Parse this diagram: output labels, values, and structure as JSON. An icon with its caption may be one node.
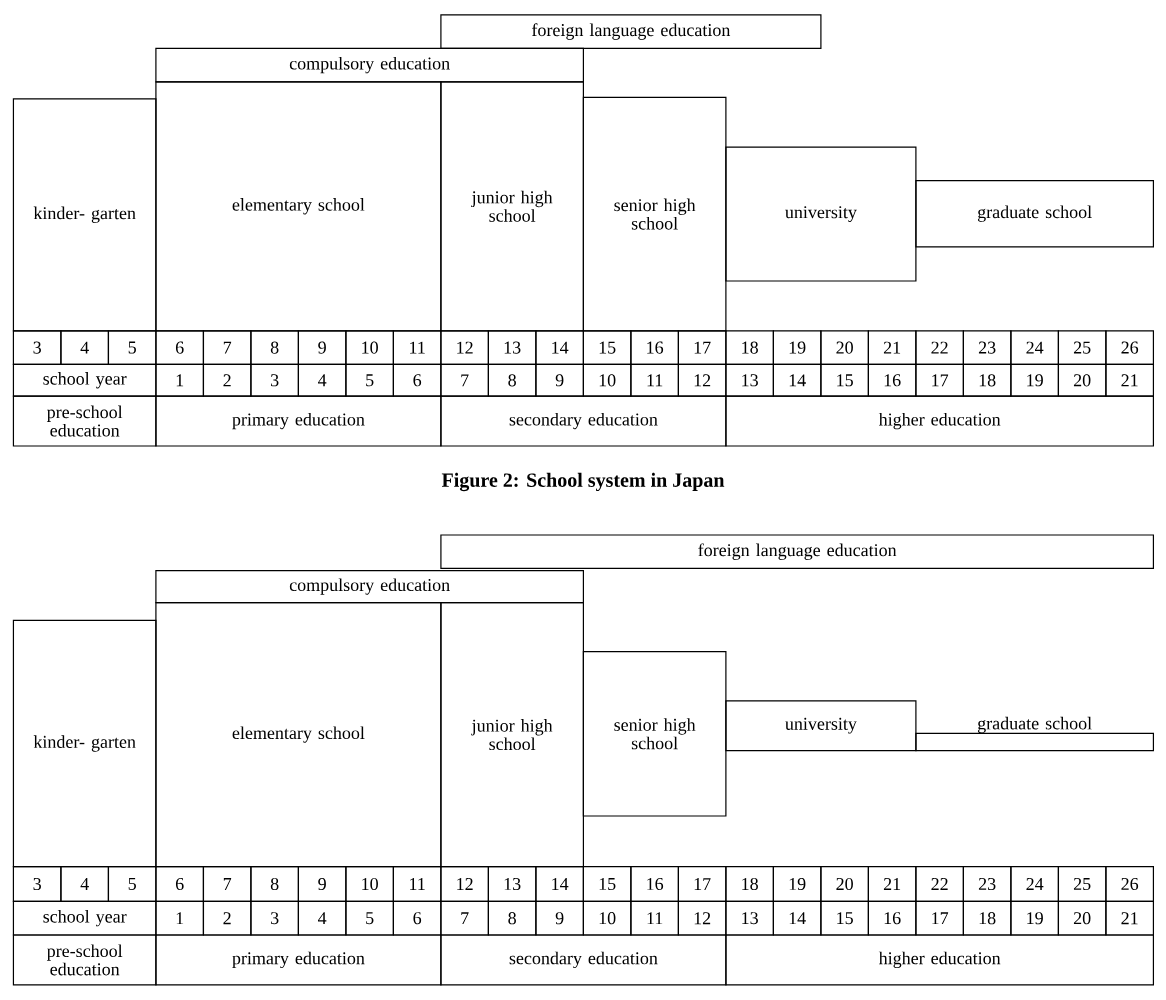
{
  "diagram": {
    "caption": "Figure 2: School system in Japan",
    "nodes": [
      {
        "text": [
          "foreign language education"
        ]
      },
      {
        "text": [
          "compulsory education"
        ]
      },
      {
        "text": [
          "kinder- garten"
        ]
      },
      {
        "text": [
          "elementary school"
        ]
      },
      {
        "text": [
          "junior high school"
        ]
      },
      {
        "text": [
          "senior high school"
        ]
      },
      {
        "text": [
          "university"
        ]
      },
      {
        "text": [
          "graduate school"
        ]
      },
      {
        "text": [
          "foreign language education"
        ]
      },
      {
        "text": [
          "compulsory education"
        ]
      },
      {
        "text": [
          "kinder- garten"
        ]
      },
      {
        "text": [
          "elementary school"
        ]
      },
      {
        "text": [
          "junior high school"
        ]
      },
      {
        "text": [
          "senior high school"
        ]
      },
      {
        "text": [
          "university"
        ]
      },
      {
        "text": [
          "graduate school"
        ]
      }
    ],
    "labels": [
      "3",
      "4",
      "5",
      "6",
      "7",
      "8",
      "9",
      "10",
      "11",
      "12",
      "13",
      "14",
      "15",
      "16",
      "17",
      "18",
      "19",
      "20",
      "21",
      "22",
      "23",
      "24",
      "25",
      "26",
      "school year",
      "1",
      "2",
      "3",
      "4",
      "5",
      "6",
      "7",
      "8",
      "9",
      "10",
      "11",
      "12",
      "13",
      "14",
      "15",
      "16",
      "17",
      "18",
      "19",
      "20",
      "21",
      "pre-school education",
      "primary education",
      "secondary education",
      "higher education",
      "3",
      "4",
      "5",
      "6",
      "7",
      "8",
      "9",
      "10",
      "11",
      "12",
      "13",
      "14",
      "15",
      "16",
      "17",
      "18",
      "19",
      "20",
      "21",
      "22",
      "23",
      "24",
      "25",
      "26",
      "school year",
      "1",
      "2",
      "3",
      "4",
      "5",
      "6",
      "7",
      "8",
      "9",
      "10",
      "11",
      "12",
      "13",
      "14",
      "15",
      "16",
      "17",
      "18",
      "19",
      "20",
      "21",
      "pre-school education",
      "primary education",
      "secondary education",
      "higher education"
    ]
  }
}
